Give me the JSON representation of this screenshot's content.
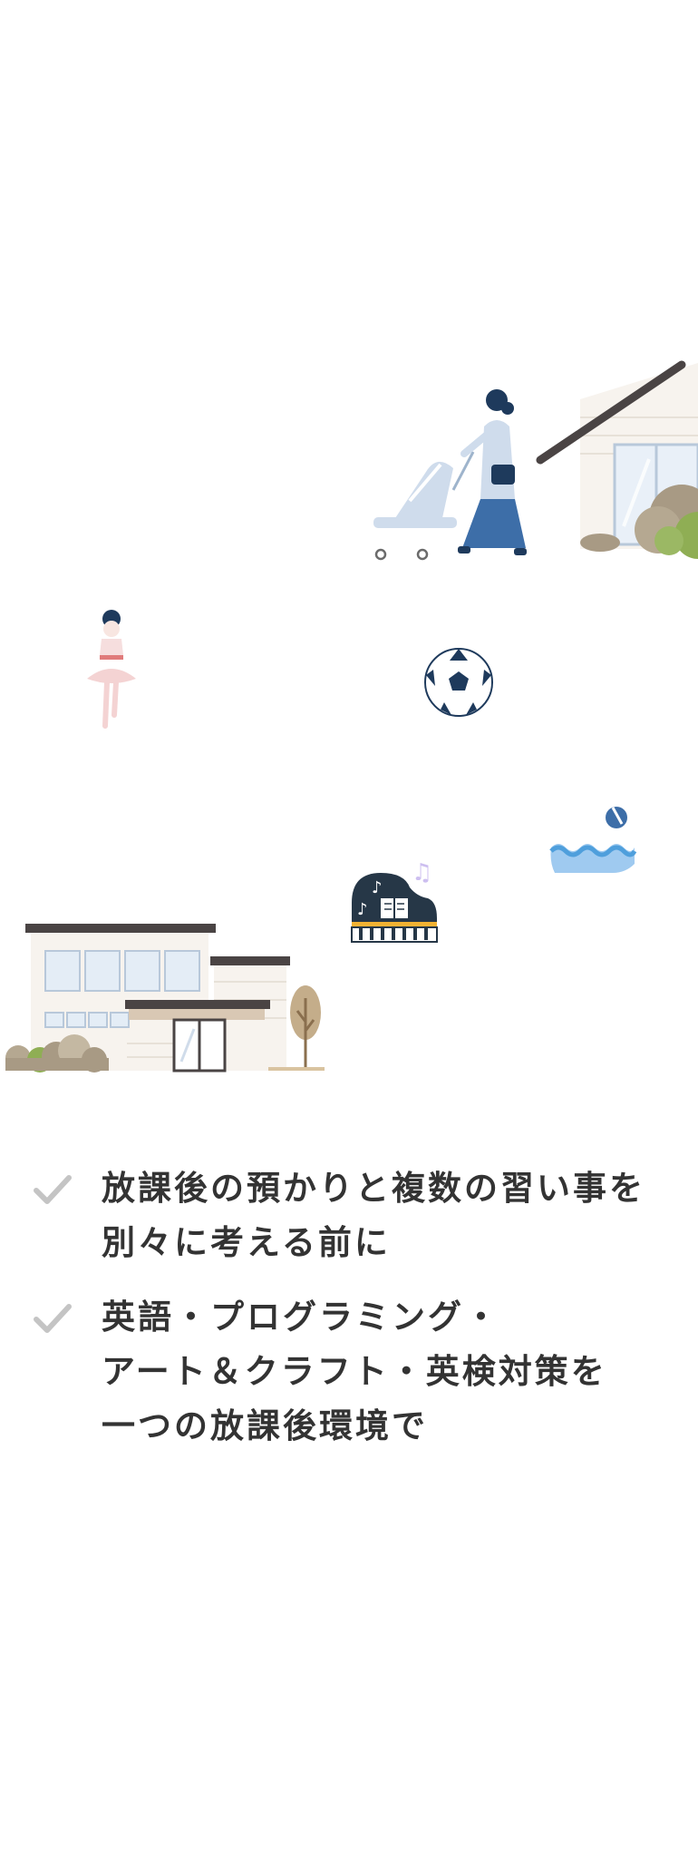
{
  "illustration": {
    "icons": [
      "mother-with-stroller",
      "house",
      "ballet-girl",
      "soccer-ball",
      "swimmer",
      "piano",
      "school-building",
      "tree",
      "bushes"
    ],
    "colors": {
      "navy": "#1e3a5c",
      "blue": "#3d6ea8",
      "light_blue": "#cfdcec",
      "water": "#4f9fdc",
      "roof": "#4a4444",
      "bush": "#a89a84",
      "tree": "#c4ad8a",
      "pink": "#f4d3d3"
    }
  },
  "checklist": {
    "check_color": "#c4c4c4",
    "text_color": "#333333",
    "items": [
      {
        "lines": [
          "放課後の預かりと複数の習い事を",
          "別々に考える前に"
        ]
      },
      {
        "lines": [
          "英語・プログラミング・",
          "アート＆クラフト・英検対策を",
          "一つの放課後環境で"
        ]
      }
    ]
  }
}
